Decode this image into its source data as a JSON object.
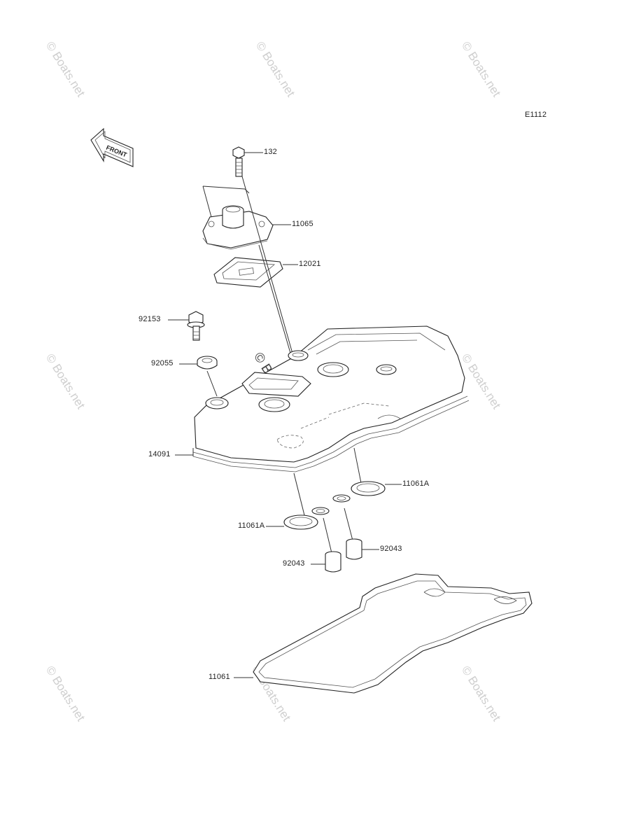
{
  "diagram_code": "E1112",
  "front_arrow_label": "FRONT",
  "watermark_text": "© Boats.net",
  "parts": [
    {
      "id": "p132",
      "label": "132"
    },
    {
      "id": "p11065",
      "label": "11065"
    },
    {
      "id": "p12021",
      "label": "12021"
    },
    {
      "id": "p92153",
      "label": "92153"
    },
    {
      "id": "p92055",
      "label": "92055"
    },
    {
      "id": "p14091",
      "label": "14091"
    },
    {
      "id": "p11061A_r",
      "label": "11061A"
    },
    {
      "id": "p11061A_l",
      "label": "11061A"
    },
    {
      "id": "p92043_r",
      "label": "92043"
    },
    {
      "id": "p92043_l",
      "label": "92043"
    },
    {
      "id": "p11061",
      "label": "11061"
    }
  ]
}
